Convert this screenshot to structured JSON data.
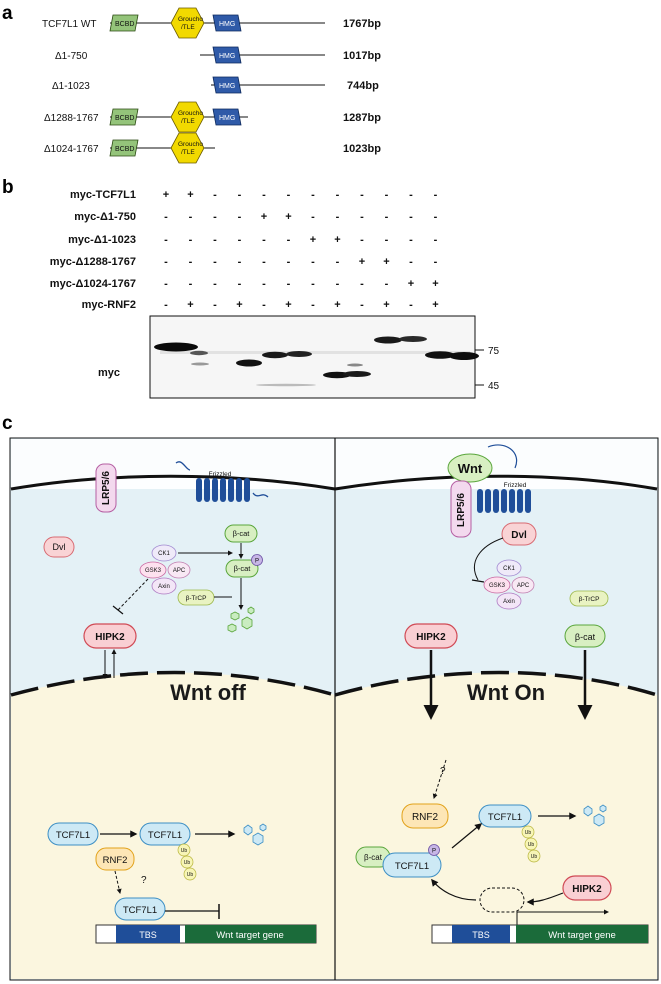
{
  "panels": {
    "a": "a",
    "b": "b",
    "c": "c"
  },
  "panel_a": {
    "constructs": [
      {
        "name": "TCF7L1 WT",
        "size": "1767bp"
      },
      {
        "name": "Δ1-750",
        "size": "1017bp"
      },
      {
        "name": "Δ1-1023",
        "size": "744bp"
      },
      {
        "name": "Δ1288-1767",
        "size": "1287bp"
      },
      {
        "name": "Δ1024-1767",
        "size": "1023bp"
      }
    ],
    "domains": {
      "bcbd": "BCBD",
      "groucho_1": "Groucho",
      "groucho_2": "/TLE",
      "hmg": "HMG"
    }
  },
  "panel_b": {
    "rows": [
      {
        "label": "myc-TCF7L1",
        "marks": [
          "+",
          "+",
          "-",
          "-",
          "-",
          "-",
          "-",
          "-",
          "-",
          "-",
          "-",
          "-"
        ]
      },
      {
        "label": "myc-Δ1-750",
        "marks": [
          "-",
          "-",
          "-",
          "-",
          "+",
          "+",
          "-",
          "-",
          "-",
          "-",
          "-",
          "-"
        ]
      },
      {
        "label": "myc-Δ1-1023",
        "marks": [
          "-",
          "-",
          "-",
          "-",
          "-",
          "-",
          "+",
          "+",
          "-",
          "-",
          "-",
          "-"
        ]
      },
      {
        "label": "myc-Δ1288-1767",
        "marks": [
          "-",
          "-",
          "-",
          "-",
          "-",
          "-",
          "-",
          "-",
          "+",
          "+",
          "-",
          "-"
        ]
      },
      {
        "label": "myc-Δ1024-1767",
        "marks": [
          "-",
          "-",
          "-",
          "-",
          "-",
          "-",
          "-",
          "-",
          "-",
          "-",
          "+",
          "+"
        ]
      },
      {
        "label": "myc-RNF2",
        "marks": [
          "-",
          "+",
          "-",
          "+",
          "-",
          "+",
          "-",
          "+",
          "-",
          "+",
          "-",
          "+"
        ]
      }
    ],
    "blot_label": "myc",
    "markers": [
      "75",
      "45"
    ]
  },
  "panel_c": {
    "left": {
      "title": "Wnt off",
      "lrp": "LRP5/6",
      "frizzled": "Frizzled",
      "dvl": "Dvl",
      "ck1": "CK1",
      "gsk3": "GSK3",
      "apc": "APC",
      "axin": "Axin",
      "bcat": "β-cat",
      "p": "P",
      "btrcp": "β-TrCP",
      "hipk2": "HIPK2",
      "tcf_a": "TCF7L1",
      "tcf_b": "TCF7L1",
      "tcf_c": "TCF7L1",
      "rnf2": "RNF2",
      "ub": "Ub",
      "q": "?",
      "tbs": "TBS",
      "target": "Wnt target gene"
    },
    "right": {
      "title": "Wnt On",
      "wnt": "Wnt",
      "lrp": "LRP5/6",
      "frizzled": "Frizzled",
      "dvl": "Dvl",
      "ck1": "CK1",
      "gsk3": "GSK3",
      "apc": "APC",
      "axin": "Axin",
      "btrcp": "β-TrCP",
      "hipk2": "HIPK2",
      "bcat": "β-cat",
      "rnf2": "RNF2",
      "q": "?",
      "tcf_a": "TCF7L1",
      "tcf_b": "TCF7L1",
      "p": "P",
      "ub": "Ub",
      "hipk2_nuc": "HIPK2",
      "bcat_nuc": "β-cat",
      "tbs": "TBS",
      "target": "Wnt target gene"
    },
    "colors": {
      "cytoplasm": "#e4f1f6",
      "nucleus": "#fbf6df",
      "receptor": "#1f4e99",
      "tbs": "#1f4e99",
      "target": "#1b6b3a",
      "bcbd": "#94c47a",
      "groucho": "#f2d900",
      "hmg": "#2f5aa8",
      "tcf": "#cde9f5",
      "rnf2": "#fde6b6",
      "hipk2": "#f9cfd3",
      "bcat": "#d8efc2"
    }
  }
}
